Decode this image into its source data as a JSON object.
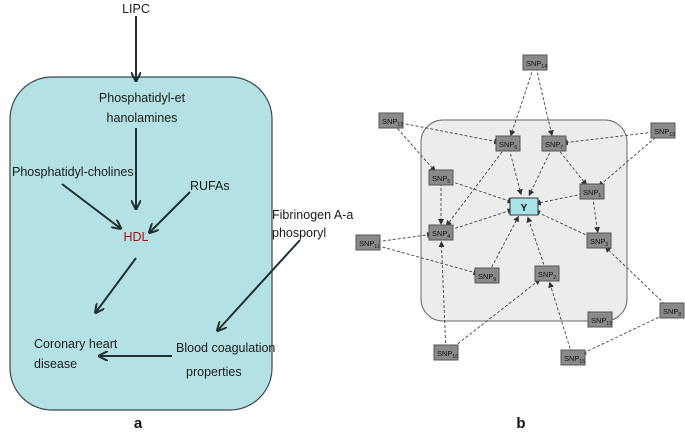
{
  "panel_a": {
    "letter": "a",
    "nodes": {
      "lipc": "LIPC",
      "pe_line1": "Phosphatidyl-et",
      "pe_line2": "hanolamines",
      "pc": "Phosphatidyl-cholines",
      "rufas": "RUFAs",
      "hdl": "HDL",
      "fib_line1": "Fibrinogen A-a",
      "fib_line2": "phosporyl",
      "chd_line1": "Coronary heart",
      "chd_line2": "disease",
      "bcp_line1": "Blood coagulation",
      "bcp_line2": "properties"
    },
    "colors": {
      "box": "#b4e2e4",
      "hdl_text": "#b01010"
    }
  },
  "panel_b": {
    "letter": "b",
    "center": "Y",
    "snps": [
      {
        "id": "snp14",
        "main": "SNP",
        "sub": "14"
      },
      {
        "id": "snp12",
        "main": "SNP",
        "sub": "12"
      },
      {
        "id": "snp6",
        "main": "SNP",
        "sub": "6"
      },
      {
        "id": "snp7",
        "main": "SNP",
        "sub": "7"
      },
      {
        "id": "snp10",
        "main": "SNP",
        "sub": "10"
      },
      {
        "id": "snp5",
        "main": "SNP",
        "sub": "5"
      },
      {
        "id": "snp1",
        "main": "SNP",
        "sub": "1"
      },
      {
        "id": "snp4",
        "main": "SNP",
        "sub": "4"
      },
      {
        "id": "snp11",
        "main": "SNP",
        "sub": "11"
      },
      {
        "id": "snp2",
        "main": "SNP",
        "sub": "2"
      },
      {
        "id": "snp3",
        "main": "SNP",
        "sub": "3"
      },
      {
        "id": "snp9",
        "main": "SNP",
        "sub": "9"
      },
      {
        "id": "snp8",
        "main": "SNP",
        "sub": "8"
      },
      {
        "id": "snp16",
        "main": "SNP",
        "sub": "16"
      },
      {
        "id": "snp15",
        "main": "SNP",
        "sub": "15"
      },
      {
        "id": "snp13",
        "main": "SNP",
        "sub": "13"
      }
    ],
    "colors": {
      "snp_box": "#8a8a8a",
      "center_box": "#a8e3ec",
      "region": "#ececec"
    }
  }
}
